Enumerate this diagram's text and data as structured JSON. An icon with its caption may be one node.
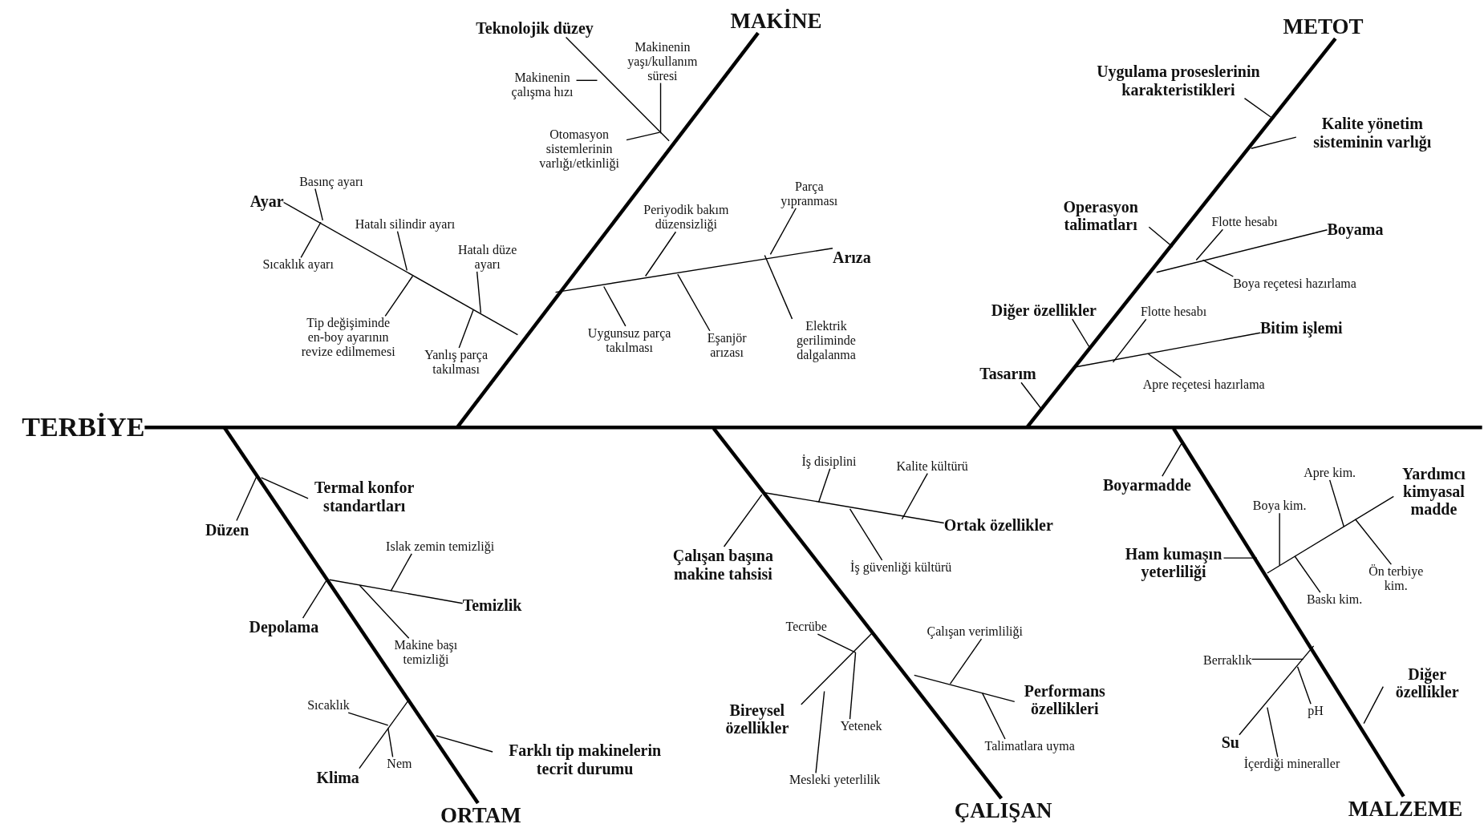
{
  "diagram": {
    "nodes": [
      {
        "text": [
          "TERBİYE"
        ]
      },
      {
        "text": [
          "MAKİNE"
        ]
      },
      {
        "text": [
          "Teknolojik düzey"
        ]
      },
      {
        "text": [
          "Makinenin yaşı/kullanım süresi"
        ]
      },
      {
        "text": [
          "Makinenin çalışma hızı"
        ]
      },
      {
        "text": [
          "Otomasyon sistemlerinin varlığı/etkinliği"
        ]
      },
      {
        "text": [
          "Ayar"
        ]
      },
      {
        "text": [
          "Basınç ayarı"
        ]
      },
      {
        "text": [
          "Hatalı silindir ayarı"
        ]
      },
      {
        "text": [
          "Sıcaklık ayarı"
        ]
      },
      {
        "text": [
          "Hatalı düze ayarı"
        ]
      },
      {
        "text": [
          "Tip değişiminde en-boy ayarının revize edilmemesi"
        ]
      },
      {
        "text": [
          "Yanlış parça takılması"
        ]
      },
      {
        "text": [
          "Arıza"
        ]
      },
      {
        "text": [
          "Parça yıpranması"
        ]
      },
      {
        "text": [
          "Periyodik bakım düzensizliği"
        ]
      },
      {
        "text": [
          "Uygunsuz parça takılması"
        ]
      },
      {
        "text": [
          "Eşanjör arızası"
        ]
      },
      {
        "text": [
          "Elektrik geriliminde dalgalanma"
        ]
      },
      {
        "text": [
          "METOT"
        ]
      },
      {
        "text": [
          "Uygulama proseslerinin karakteristikleri"
        ]
      },
      {
        "text": [
          "Kalite yönetim sisteminin varlığı"
        ]
      },
      {
        "text": [
          "Operasyon talimatları"
        ]
      },
      {
        "text": [
          "Boyama"
        ]
      },
      {
        "text": [
          "Flotte hesabı"
        ]
      },
      {
        "text": [
          "Boya reçetesi hazırlama"
        ]
      },
      {
        "text": [
          "Diğer özellikler"
        ]
      },
      {
        "text": [
          "Tasarım"
        ]
      },
      {
        "text": [
          "Bitim işlemi"
        ]
      },
      {
        "text": [
          "Flotte hesabı"
        ]
      },
      {
        "text": [
          "Apre reçetesi hazırlama"
        ]
      },
      {
        "text": [
          "ORTAM"
        ]
      },
      {
        "text": [
          "Düzen"
        ]
      },
      {
        "text": [
          "Termal konfor standartları"
        ]
      },
      {
        "text": [
          "Depolama"
        ]
      },
      {
        "text": [
          "Islak zemin temizliği"
        ]
      },
      {
        "text": [
          "Temizlik"
        ]
      },
      {
        "text": [
          "Makine başı temizliği"
        ]
      },
      {
        "text": [
          "Sıcaklık"
        ]
      },
      {
        "text": [
          "Nem"
        ]
      },
      {
        "text": [
          "Klima"
        ]
      },
      {
        "text": [
          "Farklı tip makinelerin tecrit durumu"
        ]
      },
      {
        "text": [
          "ÇALIŞAN"
        ]
      },
      {
        "text": [
          "İş disiplini"
        ]
      },
      {
        "text": [
          "Kalite kültürü"
        ]
      },
      {
        "text": [
          "Ortak özellikler"
        ]
      },
      {
        "text": [
          "Çalışan başına makine tahsisi"
        ]
      },
      {
        "text": [
          "İş güvenliği kültürü"
        ]
      },
      {
        "text": [
          "Tecrübe"
        ]
      },
      {
        "text": [
          "Çalışan verimliliği"
        ]
      },
      {
        "text": [
          "Performans özellikleri"
        ]
      },
      {
        "text": [
          "Bireysel özellikler"
        ]
      },
      {
        "text": [
          "Yetenek"
        ]
      },
      {
        "text": [
          "Talimatlara uyma"
        ]
      },
      {
        "text": [
          "Mesleki yeterlilik"
        ]
      },
      {
        "text": [
          "MALZEME"
        ]
      },
      {
        "text": [
          "Boyarmadde"
        ]
      },
      {
        "text": [
          "Yardımcı kimyasal madde"
        ]
      },
      {
        "text": [
          "Apre kim."
        ]
      },
      {
        "text": [
          "Boya kim."
        ]
      },
      {
        "text": [
          "Ham kumaşın yeterliliği"
        ]
      },
      {
        "text": [
          "Ön terbiye kim."
        ]
      },
      {
        "text": [
          "Baskı kim."
        ]
      },
      {
        "text": [
          "Berraklık"
        ]
      },
      {
        "text": [
          "Diğer özellikler"
        ]
      },
      {
        "text": [
          "pH"
        ]
      },
      {
        "text": [
          "Su"
        ]
      },
      {
        "text": [
          "İçerdiği mineraller"
        ]
      }
    ],
    "edges": [
      {
        "from": 0,
        "to": null,
        "arrow": "none",
        "style": "thick"
      },
      {
        "from": 1,
        "to": null,
        "arrow": "none",
        "style": "thick"
      },
      {
        "from": 2,
        "to": null,
        "arrow": "none"
      },
      {
        "from": 3,
        "to": null,
        "arrow": "none"
      },
      {
        "from": 4,
        "to": null,
        "arrow": "none"
      },
      {
        "from": 5,
        "to": null,
        "arrow": "none"
      },
      {
        "from": 6,
        "to": null,
        "arrow": "none"
      },
      {
        "from": 7,
        "to": null,
        "arrow": "none"
      },
      {
        "from": 8,
        "to": null,
        "arrow": "none"
      },
      {
        "from": 9,
        "to": null,
        "arrow": "none"
      },
      {
        "from": 10,
        "to": null,
        "arrow": "none"
      },
      {
        "from": 11,
        "to": null,
        "arrow": "none"
      },
      {
        "from": 12,
        "to": null,
        "arrow": "none"
      },
      {
        "from": 13,
        "to": null,
        "arrow": "none"
      },
      {
        "from": 14,
        "to": null,
        "arrow": "none"
      },
      {
        "from": 15,
        "to": null,
        "arrow": "none"
      },
      {
        "from": 16,
        "to": null,
        "arrow": "none"
      },
      {
        "from": 17,
        "to": null,
        "arrow": "none"
      },
      {
        "from": 18,
        "to": null,
        "arrow": "none"
      },
      {
        "from": 19,
        "to": null,
        "arrow": "none",
        "style": "thick"
      },
      {
        "from": 20,
        "to": null,
        "arrow": "none"
      },
      {
        "from": 21,
        "to": null,
        "arrow": "none"
      },
      {
        "from": 22,
        "to": null,
        "arrow": "none"
      },
      {
        "from": 23,
        "to": null,
        "arrow": "none"
      },
      {
        "from": 24,
        "to": null,
        "arrow": "none"
      },
      {
        "from": 25,
        "to": null,
        "arrow": "none"
      },
      {
        "from": 26,
        "to": null,
        "arrow": "none"
      },
      {
        "from": 27,
        "to": null,
        "arrow": "none"
      },
      {
        "from": 28,
        "to": null,
        "arrow": "none"
      },
      {
        "from": 29,
        "to": null,
        "arrow": "none"
      },
      {
        "from": 30,
        "to": null,
        "arrow": "none"
      },
      {
        "from": 31,
        "to": null,
        "arrow": "none",
        "style": "thick"
      },
      {
        "from": 32,
        "to": null,
        "arrow": "none"
      },
      {
        "from": 33,
        "to": null,
        "arrow": "none"
      },
      {
        "from": 34,
        "to": null,
        "arrow": "none"
      },
      {
        "from": 35,
        "to": null,
        "arrow": "none"
      },
      {
        "from": 36,
        "to": null,
        "arrow": "none"
      },
      {
        "from": 37,
        "to": null,
        "arrow": "none"
      },
      {
        "from": 38,
        "to": null,
        "arrow": "none"
      },
      {
        "from": 39,
        "to": null,
        "arrow": "none"
      },
      {
        "from": 40,
        "to": null,
        "arrow": "none"
      },
      {
        "from": 41,
        "to": null,
        "arrow": "none"
      },
      {
        "from": 42,
        "to": null,
        "arrow": "none",
        "style": "thick"
      },
      {
        "from": 43,
        "to": null,
        "arrow": "none"
      },
      {
        "from": 44,
        "to": null,
        "arrow": "none"
      },
      {
        "from": 45,
        "to": null,
        "arrow": "none"
      },
      {
        "from": 46,
        "to": null,
        "arrow": "none"
      },
      {
        "from": 47,
        "to": null,
        "arrow": "none"
      },
      {
        "from": 48,
        "to": null,
        "arrow": "none"
      },
      {
        "from": 49,
        "to": null,
        "arrow": "none"
      },
      {
        "from": 50,
        "to": null,
        "arrow": "none"
      },
      {
        "from": 51,
        "to": null,
        "arrow": "none"
      },
      {
        "from": 52,
        "to": null,
        "arrow": "none"
      },
      {
        "from": 53,
        "to": null,
        "arrow": "none"
      },
      {
        "from": 54,
        "to": null,
        "arrow": "none"
      },
      {
        "from": 55,
        "to": null,
        "arrow": "none",
        "style": "thick"
      },
      {
        "from": 56,
        "to": null,
        "arrow": "none"
      },
      {
        "from": 57,
        "to": null,
        "arrow": "none"
      },
      {
        "from": 58,
        "to": null,
        "arrow": "none"
      },
      {
        "from": 59,
        "to": null,
        "arrow": "none"
      },
      {
        "from": 60,
        "to": null,
        "arrow": "none"
      },
      {
        "from": 61,
        "to": null,
        "arrow": "none"
      },
      {
        "from": 62,
        "to": null,
        "arrow": "none"
      },
      {
        "from": 63,
        "to": null,
        "arrow": "none"
      },
      {
        "from": 64,
        "to": null,
        "arrow": "none"
      },
      {
        "from": 65,
        "to": null,
        "arrow": "none"
      },
      {
        "from": 66,
        "to": null,
        "arrow": "none"
      },
      {
        "from": 67,
        "to": null,
        "arrow": "none"
      }
    ]
  }
}
